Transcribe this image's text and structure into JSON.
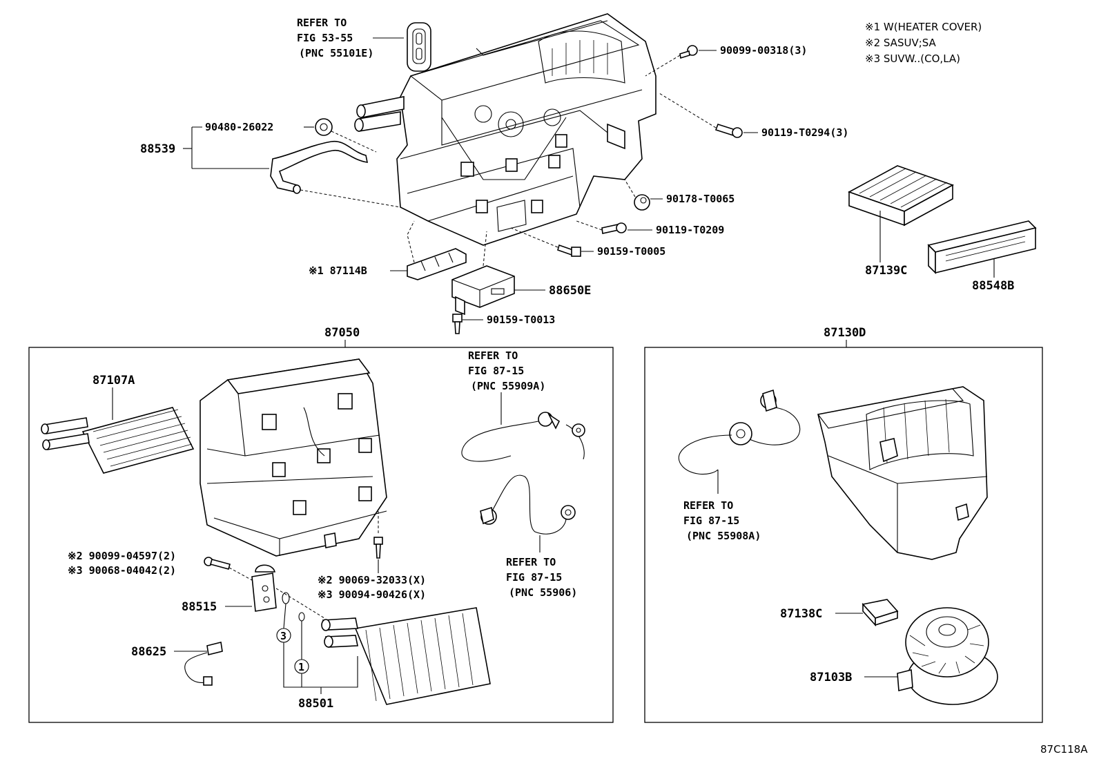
{
  "notes": {
    "n1": "※1 W(HEATER COVER)",
    "n2": "※2 SASUV;SA",
    "n3": "※3 SUVW..(CO,LA)"
  },
  "refs": {
    "r1": [
      "REFER TO",
      "FIG 53-55",
      "(PNC 55101E)"
    ],
    "r2": [
      "REFER TO",
      "FIG 87-15",
      "(PNC 55909A)"
    ],
    "r3": [
      "REFER TO",
      "FIG 87-15",
      "(PNC 55906)"
    ],
    "r4": [
      "REFER TO",
      "FIG 87-15",
      "(PNC 55908A)"
    ]
  },
  "parts": {
    "p90099_00318": "90099-00318(3)",
    "p90119_T0294": "90119-T0294(3)",
    "p90480_26022": "90480-26022",
    "p88539": "88539",
    "p90178_T0065": "90178-T0065",
    "p90119_T0209": "90119-T0209",
    "p90159_T0005": "90159-T0005",
    "p87114B": "※1 87114B",
    "p88650E": "88650E",
    "p90159_T0013": "90159-T0013",
    "p87139C": "87139C",
    "p88548B": "88548B",
    "p87050": "87050",
    "p87130D": "87130D",
    "p87107A": "87107A",
    "p90099_04597": "※2 90099-04597(2)",
    "p90068_04042": "※3 90068-04042(2)",
    "p88515": "88515",
    "p90069_32033": "※2 90069-32033(X)",
    "p90094_90426": "※3 90094-90426(X)",
    "p88625": "88625",
    "p88501": "88501",
    "p87138C": "87138C",
    "p87103B": "87103B",
    "circle1": "1",
    "circle3": "3"
  },
  "figure_id": "87C118A"
}
